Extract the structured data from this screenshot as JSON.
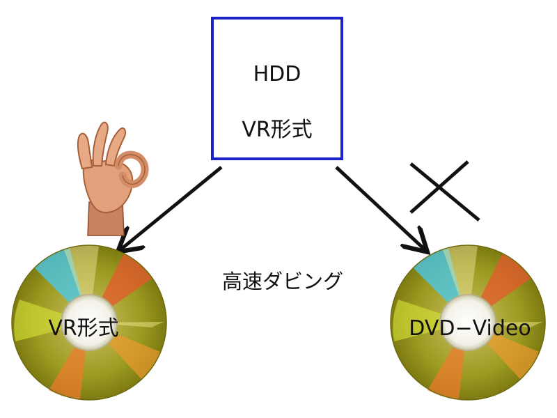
{
  "source_box": {
    "line1": "HDD",
    "line2": "VR形式",
    "border_color": "#1b22c8"
  },
  "center_label": "高速ダビング",
  "left_disc": {
    "label": "VR形式",
    "status": "ok",
    "status_icon": "ok-hand-icon"
  },
  "right_disc": {
    "label": "DVD−Video",
    "status": "not-ok",
    "status_icon": "cross-mark-icon"
  }
}
